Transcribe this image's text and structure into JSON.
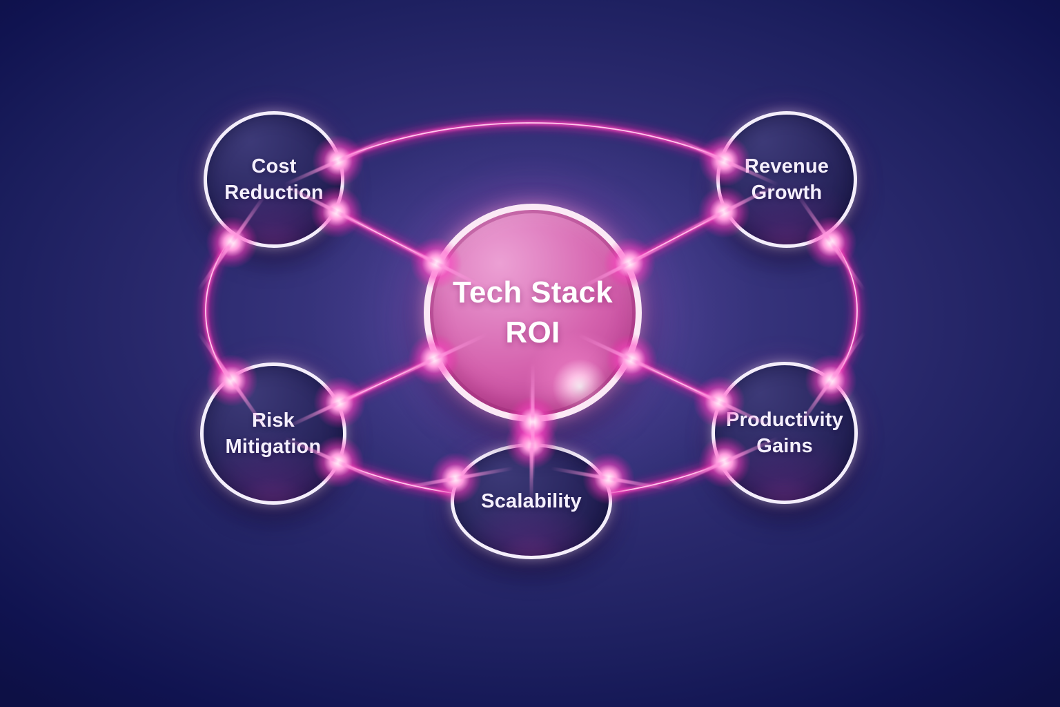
{
  "diagram": {
    "title": "Tech Stack ROI",
    "type": "hub-and-spoke mind map",
    "center": {
      "id": "tech-stack-roi",
      "line1": "Tech Stack",
      "line2": "ROI"
    },
    "nodes": [
      {
        "id": "cost-reduction",
        "line1": "Cost",
        "line2": "Reduction"
      },
      {
        "id": "revenue-growth",
        "line1": "Revenue",
        "line2": "Growth"
      },
      {
        "id": "risk-mitigation",
        "line1": "Risk",
        "line2": "Mitigation"
      },
      {
        "id": "productivity-gains",
        "line1": "Productivity",
        "line2": "Gains"
      },
      {
        "id": "scalability",
        "line1": "Scalability",
        "line2": ""
      }
    ],
    "connections": [
      "center-to-cost-reduction",
      "center-to-revenue-growth",
      "center-to-risk-mitigation",
      "center-to-productivity-gains",
      "center-to-scalability",
      "outer-ellipse-ring-through-all-satellites"
    ],
    "colors": {
      "background_corner": "#0d1045",
      "background_mid": "#2b2a6e",
      "background_center_violet": "#4a4190",
      "center_circle_pink": "#d563ae",
      "center_circle_edge": "#ad3a8c",
      "satellite_fill": "#2d2a64",
      "ring_white": "#f4eefb",
      "neon_line": "#ff3db8",
      "neon_core": "#ffc9ec",
      "text": "#ffffff"
    }
  }
}
